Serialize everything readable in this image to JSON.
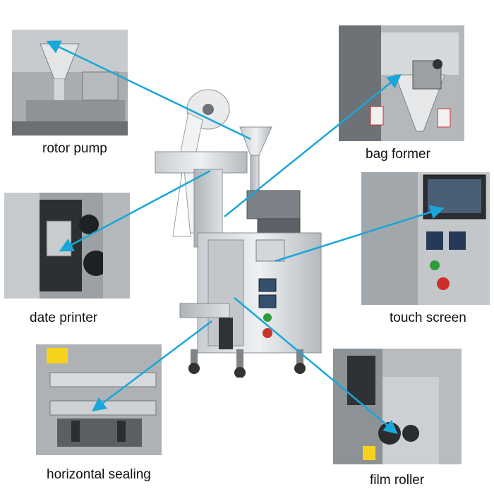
{
  "accent_color": "#1aa6d8",
  "components": [
    {
      "id": "rotor-pump",
      "label": "rotor pump"
    },
    {
      "id": "bag-former",
      "label": "bag former"
    },
    {
      "id": "date-printer",
      "label": "date printer"
    },
    {
      "id": "touch-screen",
      "label": "touch screen"
    },
    {
      "id": "horizontal-sealing",
      "label": "horizontal sealing"
    },
    {
      "id": "film-roller",
      "label": "film roller"
    }
  ]
}
